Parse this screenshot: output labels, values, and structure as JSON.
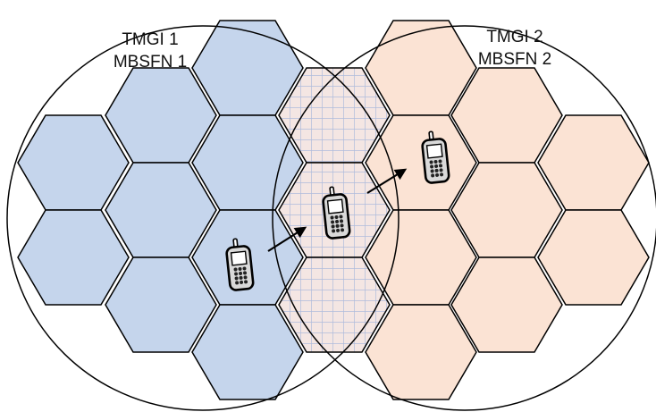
{
  "areas": [
    {
      "title_line1": "TMGI 1",
      "title_line2": "MBSFN 1"
    },
    {
      "title_line1": "TMGI 2",
      "title_line2": "MBSFN 2"
    }
  ],
  "colors": {
    "mbsfn1_cell": "#c5d5ec",
    "mbsfn2_cell": "#fbe3d4",
    "overlap_cell": "#f4e6e3",
    "overlap_grid": "#aebcdc",
    "outline": "#000000"
  },
  "icons": [
    "mobile-phone-icon",
    "mobile-phone-icon",
    "mobile-phone-icon",
    "arrow-icon",
    "arrow-icon"
  ]
}
